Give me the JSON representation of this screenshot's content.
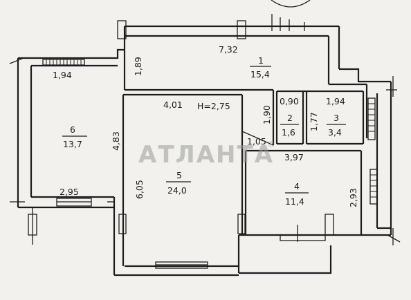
{
  "plan": {
    "ceiling_height": "H=2,75",
    "watermark": "АТЛАНТА",
    "watermark_symbol": "®",
    "rooms": [
      {
        "number": "1",
        "area": "15,4"
      },
      {
        "number": "2",
        "area": "1,6"
      },
      {
        "number": "3",
        "area": "3,4"
      },
      {
        "number": "4",
        "area": "11,4"
      },
      {
        "number": "5",
        "area": "24,0"
      },
      {
        "number": "6",
        "area": "13,7"
      }
    ],
    "dimensions": {
      "d_7_32": "7,32",
      "d_1_89": "1,89",
      "d_1_94_balcony": "1,94",
      "d_4_01": "4,01",
      "d_4_83": "4,83",
      "d_6_05": "6,05",
      "d_2_95": "2,95",
      "d_1_90": "1,90",
      "d_0_90": "0,90",
      "d_1_94_bath": "1,94",
      "d_1_77": "1,77",
      "d_1_05": "1,05",
      "d_3_97": "3,97",
      "d_2_93": "2,93"
    }
  }
}
